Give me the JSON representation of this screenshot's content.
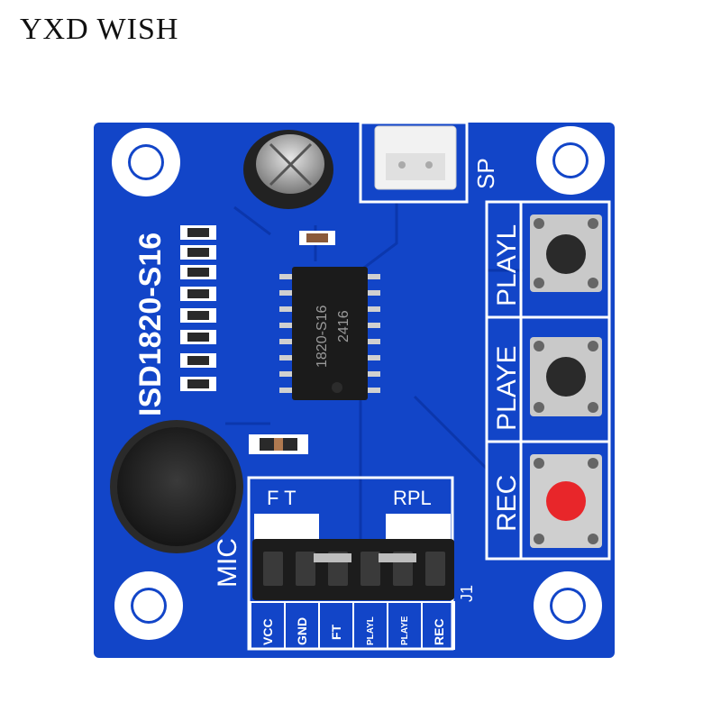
{
  "brand": {
    "watermark": "YXD WISH"
  },
  "board": {
    "title": "ISD1820-S16",
    "colors": {
      "pcb": "#1245c8",
      "pcb_dark": "#0a33a6",
      "silk": "#ffffff",
      "rec_button": "#e8262a"
    },
    "speaker_label": "SP",
    "mic_label": "MIC",
    "chip": {
      "line1": "1820-S16",
      "line2": "2416"
    },
    "buttons": [
      "PLAYL",
      "PLAYE",
      "REC"
    ],
    "jumper_labels": {
      "left": "F T",
      "right": "RPL"
    },
    "header_label": "J1",
    "pins": [
      "VCC",
      "GND",
      "FT",
      "PLAYL",
      "PLAYE",
      "REC"
    ]
  }
}
